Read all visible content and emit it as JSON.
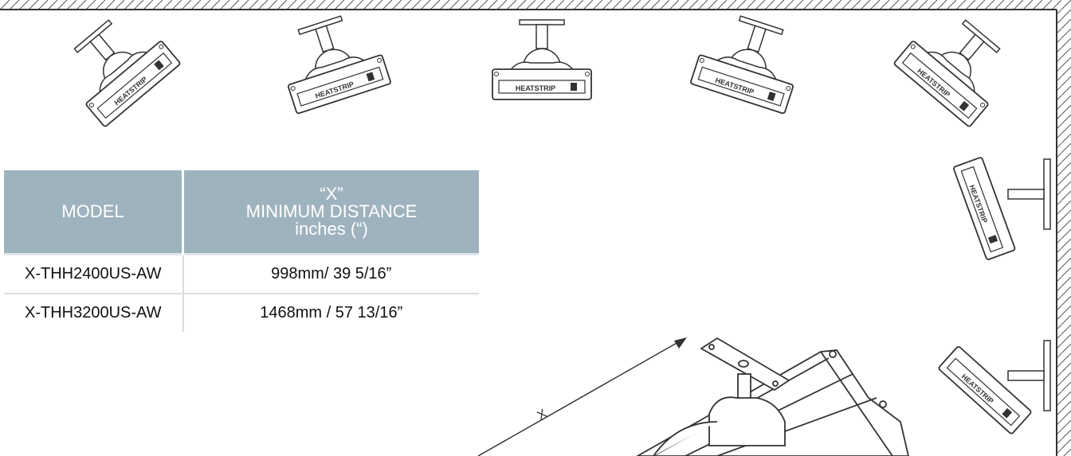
{
  "diagram": {
    "heater_brand": "HEATSTRIP",
    "distance_label": "X"
  },
  "table": {
    "header_model": "MODEL",
    "header_distance_lines": [
      "“X”",
      "MINIMUM DISTANCE",
      "inches (“)"
    ],
    "rows": [
      {
        "model": "X-THH2400US-AW",
        "distance": "998mm/ 39 5/16”"
      },
      {
        "model": "X-THH3200US-AW",
        "distance": "1468mm / 57 13/16”"
      }
    ]
  },
  "colors": {
    "table_header": "#9fb3be",
    "line": "#333333"
  }
}
